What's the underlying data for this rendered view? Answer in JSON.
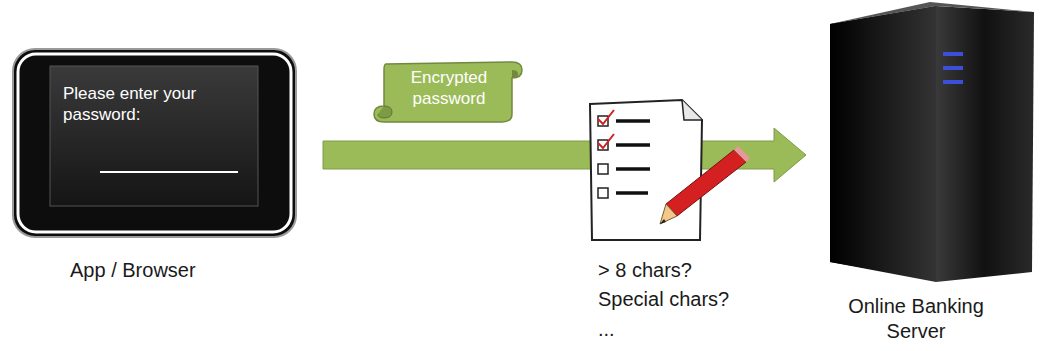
{
  "diagram": {
    "nodes": [
      {
        "text": [
          "Please enter your password:",
          "App / Browser"
        ]
      },
      {
        "text": [
          "Encrypted password"
        ]
      },
      {
        "text": [
          "Online Banking Server"
        ]
      }
    ],
    "edges": [
      {
        "from": 0,
        "to": 2,
        "arrow": "to"
      }
    ],
    "labels": [
      "> 8 chars?",
      "Special chars?",
      "..."
    ]
  }
}
